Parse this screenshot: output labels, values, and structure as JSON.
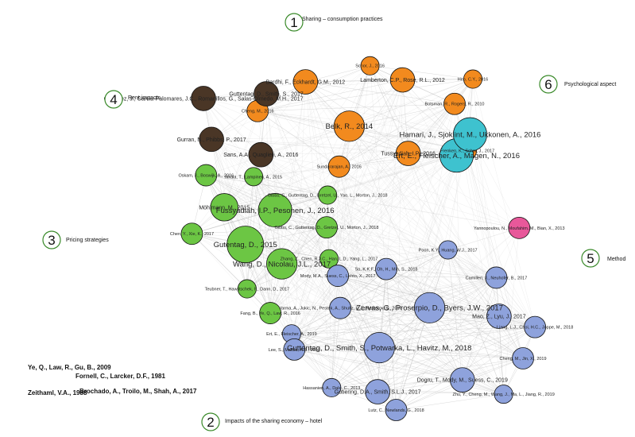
{
  "colors": {
    "sharing": "#f28a1e",
    "impacts_hotel": "#8ea2dc",
    "pricing": "#6cc644",
    "rent": "#4a3626",
    "method": "#e8589a",
    "psych": "#3ec2cf",
    "edge": "#b9b9b9",
    "node_border": "#111111"
  },
  "clusters": [
    {
      "id": 1,
      "number": "1",
      "title": "Sharing – consumption practices"
    },
    {
      "id": 2,
      "number": "2",
      "title": "Impacts of the sharing economy – hotel"
    },
    {
      "id": 3,
      "number": "3",
      "title": "Pricing strategies"
    },
    {
      "id": 4,
      "number": "4",
      "title": "Rent impacts"
    },
    {
      "id": 5,
      "number": "5",
      "title": "Method"
    },
    {
      "id": 6,
      "number": "6",
      "title": "Psychological aspect"
    }
  ],
  "nodes": [
    {
      "label": "Gutentag, D., 2015",
      "cluster": "pricing",
      "weight": 10
    },
    {
      "label": "Ert, E., Fleischer, A., Magen, N., 2016",
      "cluster": "psych",
      "weight": 9
    },
    {
      "label": "Fussyadiah, I.P., Pesonen, J., 2016",
      "cluster": "pricing",
      "weight": 9
    },
    {
      "label": "Guttentag, D., Smith, S., Potwarka, L., Havitz, M., 2018",
      "cluster": "impacts_hotel",
      "weight": 8
    },
    {
      "label": "Zervas, G., Proserpio, D., Byers, J.W., 2017",
      "cluster": "impacts_hotel",
      "weight": 8
    },
    {
      "label": "Wang, D., Nicolau, J.L., 2017",
      "cluster": "pricing",
      "weight": 8
    },
    {
      "label": "Hamari, J., Sjoklint, M., Ukkonen, A., 2016",
      "cluster": "psych",
      "weight": 9
    },
    {
      "label": "Belk, R., 2014",
      "cluster": "sharing",
      "weight": 8
    },
    {
      "label": "Möhlmann, M., 2015",
      "cluster": "pricing",
      "weight": 7
    },
    {
      "label": "Lamberton, C.P., Rose, R.L., 2012",
      "cluster": "sharing",
      "weight": 6
    },
    {
      "label": "Tussyadiah, I.P., 2016",
      "cluster": "sharing",
      "weight": 6
    },
    {
      "label": "Bardhi, F., Eckhardt, G.M., 2012",
      "cluster": "sharing",
      "weight": 6
    },
    {
      "label": "Gurran, N., Phibbs, P., 2017",
      "cluster": "rent",
      "weight": 6
    },
    {
      "label": "Guttentag, D., Smith, S., 2017",
      "cluster": "rent",
      "weight": 6
    },
    {
      "label": "Sans, A.A., Quaglieri, A., 2016",
      "cluster": "rent",
      "weight": 6
    },
    {
      "label": "Gutierrez, J., Garcia-Palomares, J.C., Romanillos, G., Salas-Olmedo, M.H., 2017",
      "cluster": "rent",
      "weight": 6
    },
    {
      "label": "Dogru, T., Mody, M., Suess, C., 2019",
      "cluster": "impacts_hotel",
      "weight": 6
    },
    {
      "label": "Varma, A., Jukic, N., Pestek, A., Shultz, C.J., Nestorov, S., 2016",
      "cluster": "impacts_hotel",
      "weight": 5
    },
    {
      "label": "Mao, Z., Lyu, J., 2017",
      "cluster": "impacts_hotel",
      "weight": 6
    },
    {
      "label": "Gutiering, D.A., Smith, S.L.J., 2017",
      "cluster": "impacts_hotel",
      "weight": 6
    },
    {
      "label": "So, K.K.F., Oh, H., Min, S., 2018",
      "cluster": "impacts_hotel",
      "weight": 5
    },
    {
      "label": "Cheng, M., Jin, X., 2019",
      "cluster": "impacts_hotel",
      "weight": 5
    },
    {
      "label": "Lee, S., Mattila, A.S., 2017",
      "cluster": "impacts_hotel",
      "weight": 5
    },
    {
      "label": "Yannopoulou, N., Moufahim, M., Bian, X., 2013",
      "cluster": "method",
      "weight": 5
    },
    {
      "label": "Camilleri, J., Neuhofer, B., 2017",
      "cluster": "impacts_hotel",
      "weight": 5
    },
    {
      "label": "Gibbs, C., Guttentag, D., Gretzel, U., Morton, J., 2018",
      "cluster": "pricing",
      "weight": 5
    },
    {
      "label": "Teubner, T., Hawlitschek, F., Dann, D., 2017",
      "cluster": "pricing",
      "weight": 4
    },
    {
      "label": "Ikkala, T., Lampinen, A., 2015",
      "cluster": "pricing",
      "weight": 4
    },
    {
      "label": "Zhang, Z., Chen, R.J.C., Han, L.D., Yang, L., 2017",
      "cluster": "pricing",
      "weight": 4
    },
    {
      "label": "Chen, Y., Xie, K., 2017",
      "cluster": "pricing",
      "weight": 5
    },
    {
      "label": "Gibbs, C., Guttentag, D., Gretzel, U., Yao, L., Morton, J., 2018",
      "cluster": "pricing",
      "weight": 4
    },
    {
      "label": "Fang, B., Ye, Q., Law, R., 2016",
      "cluster": "pricing",
      "weight": 5
    },
    {
      "label": "Oskam, J., Boswijk, A., 2016",
      "cluster": "pricing",
      "weight": 5
    },
    {
      "label": "Botsman, R., Rogers, R., 2010",
      "cluster": "sharing",
      "weight": 5
    },
    {
      "label": "Sundararajan, A., 2016",
      "cluster": "sharing",
      "weight": 5
    },
    {
      "label": "Schor, J., 2016",
      "cluster": "sharing",
      "weight": 4
    },
    {
      "label": "Frenken, K., Schor, J., 2017",
      "cluster": "sharing",
      "weight": 4
    },
    {
      "label": "Cheng, M., 2016",
      "cluster": "sharing",
      "weight": 5
    },
    {
      "label": "Heo, C.Y., 2016",
      "cluster": "sharing",
      "weight": 4
    },
    {
      "label": "Lutz, C., Newlands, G., 2018",
      "cluster": "impacts_hotel",
      "weight": 5
    },
    {
      "label": "Mody, M.A., Suess, C., Lehto, X., 2017",
      "cluster": "impacts_hotel",
      "weight": 5
    },
    {
      "label": "Liang, L.J., Choi, H.C., Joppe, M., 2018",
      "cluster": "impacts_hotel",
      "weight": 5
    },
    {
      "label": "Hassanien, A., Dale, C., 2013",
      "cluster": "impacts_hotel",
      "weight": 4
    },
    {
      "label": "Poon, K.Y., Huang, W.J., 2017",
      "cluster": "impacts_hotel",
      "weight": 4
    },
    {
      "label": "Zhu, Y., Cheng, M., Wang, J., Ma, L., Jiang, R., 2019",
      "cluster": "impacts_hotel",
      "weight": 4
    },
    {
      "label": "Ert, E., Fleischer, A., 2019",
      "cluster": "impacts_hotel",
      "weight": 4
    },
    {
      "label": "Ye, Q., Law, R., Gu, B., 2009",
      "cluster": "isolated",
      "weight": 1
    },
    {
      "label": "Fornell, C., Larcker, D.F., 1981",
      "cluster": "isolated",
      "weight": 1
    },
    {
      "label": "Zeithaml, V.A., 1988",
      "cluster": "isolated",
      "weight": 1
    },
    {
      "label": "Brochado, A., Troilo, M., Shah, A., 2017",
      "cluster": "isolated",
      "weight": 1
    }
  ]
}
